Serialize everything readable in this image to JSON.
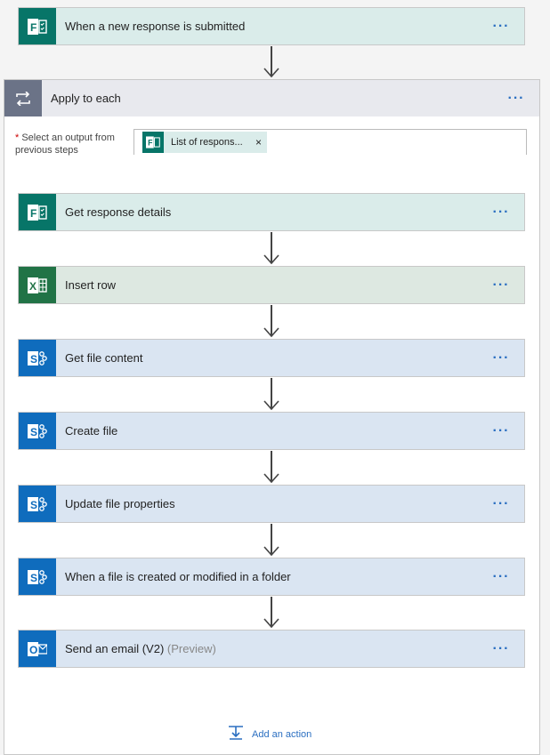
{
  "trigger": {
    "label": "When a new response is submitted",
    "icon": "forms-icon"
  },
  "loop": {
    "label": "Apply to each",
    "icon": "loop-icon",
    "select_label": "Select an output from previous steps",
    "required_mark": "*",
    "token_label": "List of respons...",
    "token_close": "×"
  },
  "actions": [
    {
      "label": "Get response details",
      "icon": "forms-icon"
    },
    {
      "label": "Insert row",
      "icon": "excel-icon"
    },
    {
      "label": "Get file content",
      "icon": "sharepoint-icon"
    },
    {
      "label": "Create file",
      "icon": "sharepoint-icon"
    },
    {
      "label": "Update file properties",
      "icon": "sharepoint-icon"
    },
    {
      "label": "When a file is created or modified in a folder",
      "icon": "sharepoint-icon"
    },
    {
      "label": "Send an email (V2)",
      "suffix": "(Preview)",
      "icon": "outlook-icon"
    }
  ],
  "more_label": "···",
  "add_action": {
    "label": "Add an action",
    "icon": "add-action-icon"
  },
  "colors": {
    "forms": "#077568",
    "excel": "#217346",
    "sharepoint": "#0f6cbd",
    "loop": "#6b7387",
    "link": "#2b6fc1"
  }
}
